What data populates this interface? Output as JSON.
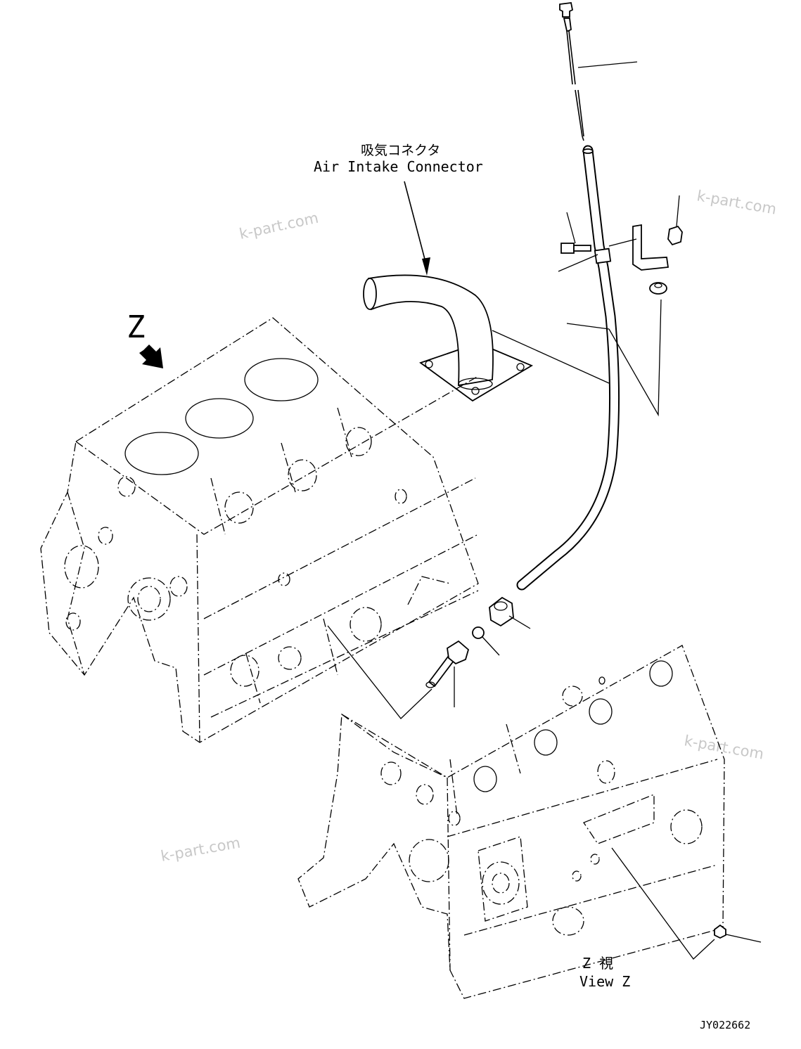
{
  "labels": {
    "air_intake_jp": "吸気コネクタ",
    "air_intake_en": "Air Intake Connector",
    "view_letter": "Z",
    "view_z_jp": "Z 視",
    "view_z_en": "View Z",
    "drawing_number": "JY022662"
  },
  "watermarks": [
    "k-part.com",
    "k-part.com",
    "k-part.com",
    "k-part.com"
  ]
}
